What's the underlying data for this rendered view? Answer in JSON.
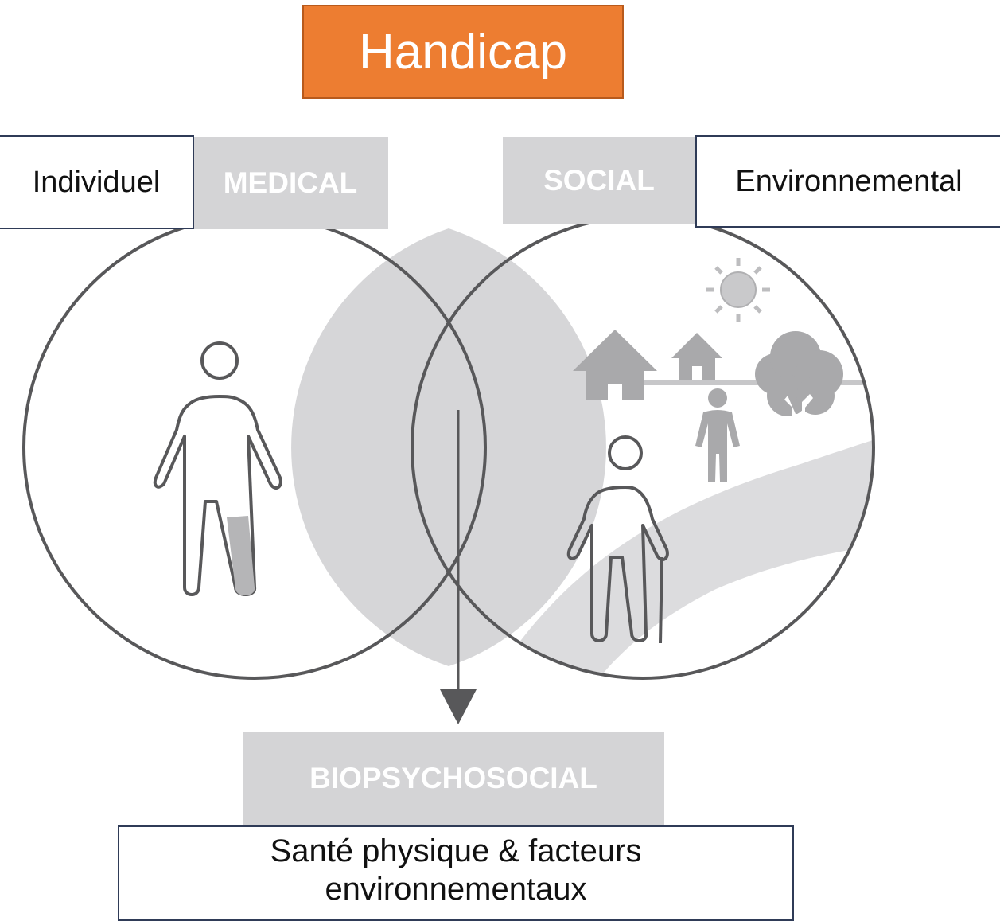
{
  "title": "Handicap",
  "labels": {
    "individuel": "Individuel",
    "medical": "MEDICAL",
    "social": "SOCIAL",
    "environnemental": "Environnemental",
    "biopsychosocial": "BIOPSYCHOSOCIAL",
    "summary_line1": "Santé physique & facteurs",
    "summary_line2": "environnementaux"
  },
  "colors": {
    "title_bg": "#ed7d31",
    "grey_label": "#d4d4d6",
    "outline": "#58585a",
    "fill_light": "#d9d9db",
    "fill_mid": "#a9a9ab",
    "box_border": "#2f3b57"
  },
  "icons": [
    "person-icon",
    "elderly-person-icon",
    "sun-icon",
    "house-icon",
    "tree-icon",
    "arrow-down-icon"
  ]
}
